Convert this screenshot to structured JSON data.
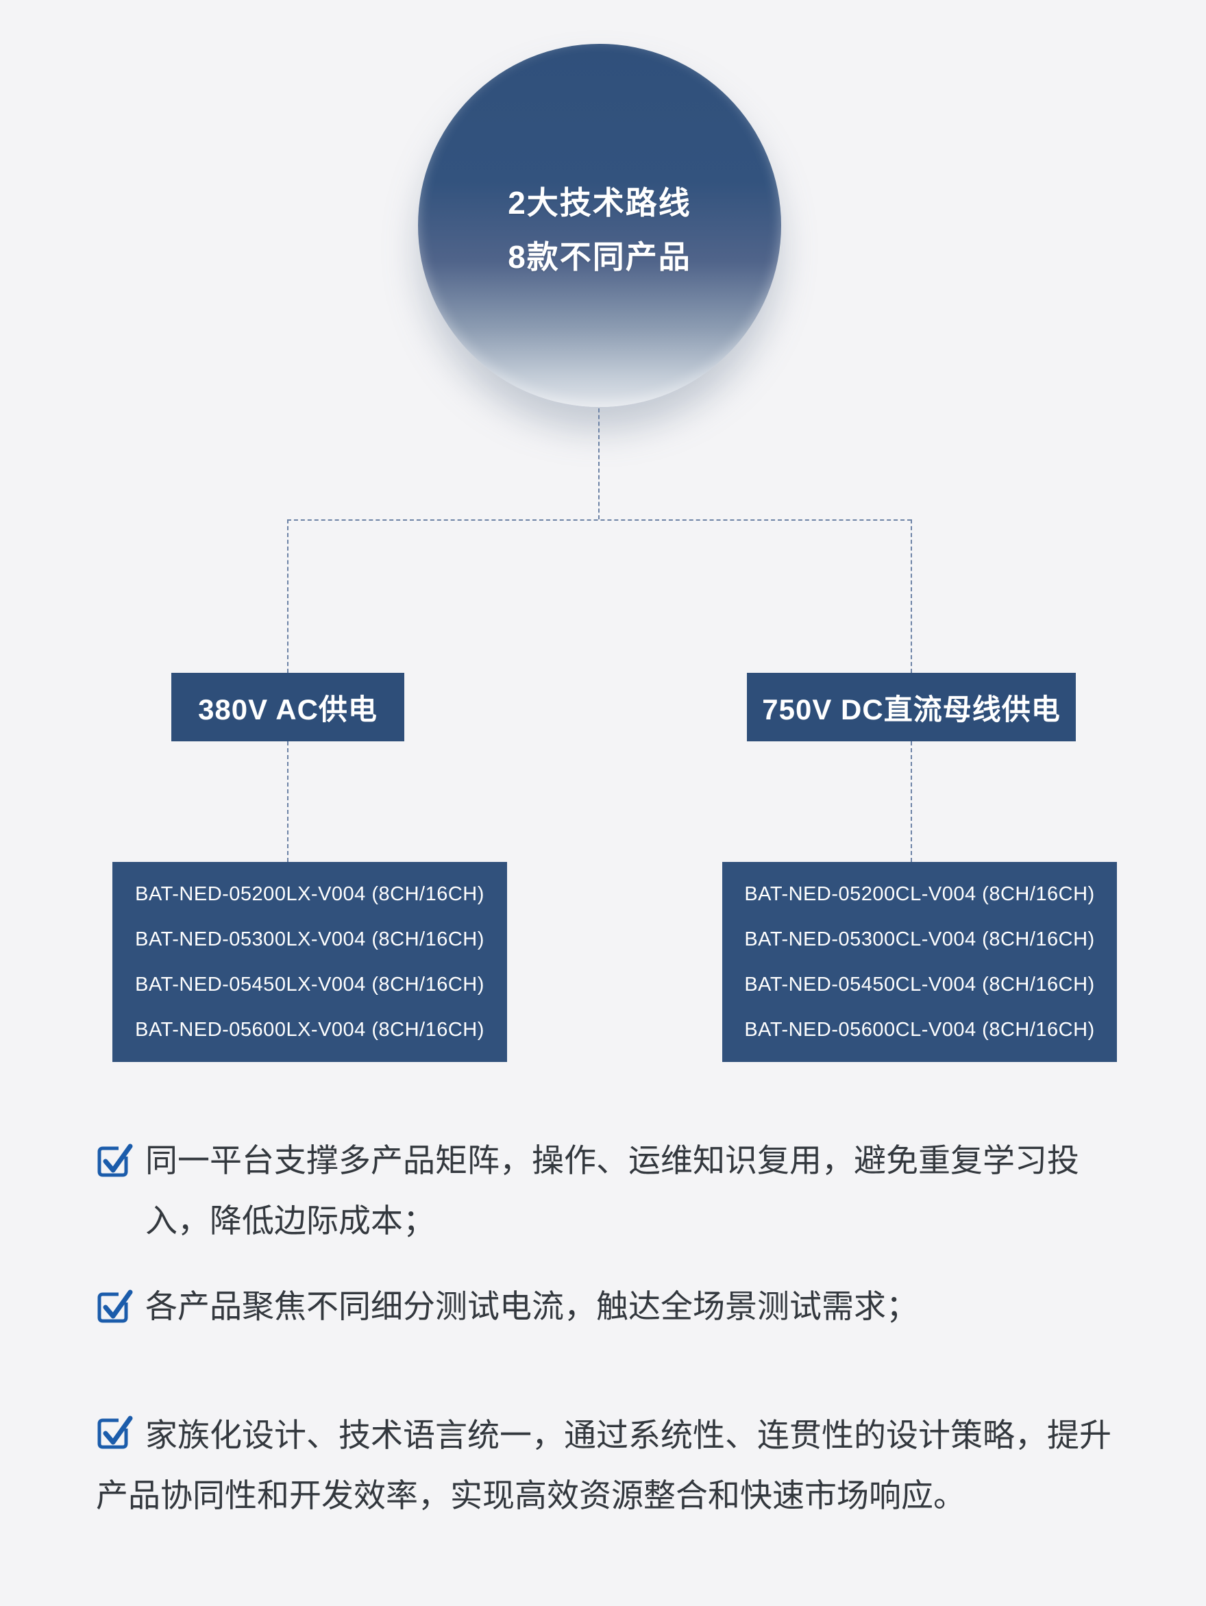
{
  "root": {
    "line1": "2大技术路线",
    "line2": "8款不同产品"
  },
  "branches": {
    "left": {
      "title": "380V AC供电",
      "products": [
        "BAT-NED-05200LX-V004 (8CH/16CH)",
        "BAT-NED-05300LX-V004 (8CH/16CH)",
        "BAT-NED-05450LX-V004 (8CH/16CH)",
        "BAT-NED-05600LX-V004 (8CH/16CH)"
      ]
    },
    "right": {
      "title": "750V DC直流母线供电",
      "products": [
        "BAT-NED-05200CL-V004 (8CH/16CH)",
        "BAT-NED-05300CL-V004 (8CH/16CH)",
        "BAT-NED-05450CL-V004 (8CH/16CH)",
        "BAT-NED-05600CL-V004 (8CH/16CH)"
      ]
    }
  },
  "bullets": [
    {
      "text": "同一平台支撑多产品矩阵，操作、运维知识复用，避免重复学习投\n入，降低边际成本；"
    },
    {
      "text": "各产品聚焦不同细分测试电流，触达全场景测试需求；"
    },
    {
      "text": "家族化设计、技术语言统一，通过系统性、连贯性的设计策略，提升\n产品协同性和开发效率，实现高效资源整合和快速市场响应。"
    }
  ],
  "colors": {
    "background": "#f4f4f6",
    "node_dark_blue": "#2e4e79",
    "product_box_blue": "#31517c",
    "circle_gradient_top": "#30507b",
    "circle_gradient_bottom": "#e0e4ea",
    "connector_dash": "#6d83a6",
    "check_accent": "#1b5cab",
    "bullet_text": "#33383e",
    "box_text": "#ffffff"
  }
}
